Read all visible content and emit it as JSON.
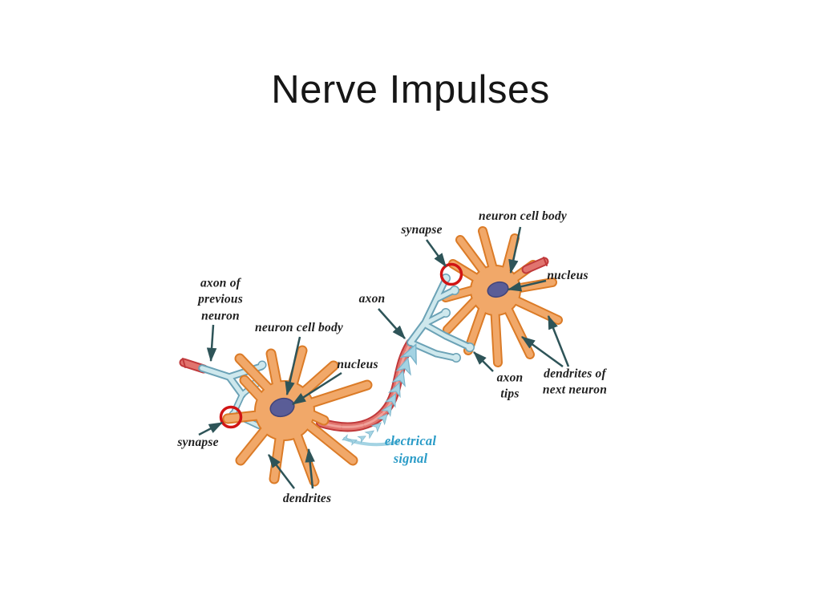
{
  "slide": {
    "title": "Nerve Impulses"
  },
  "diagram": {
    "labels": {
      "axon_previous": "axon of\nprevious\nneuron",
      "neuron_cell_body_left": "neuron cell body",
      "nucleus_left": "nucleus",
      "synapse_left": "synapse",
      "dendrites": "dendrites",
      "axon": "axon",
      "electrical_signal": "electrical\nsignal",
      "synapse_right": "synapse",
      "neuron_cell_body_right": "neuron cell body",
      "nucleus_right": "nucleus",
      "axon_tips": "axon\ntips",
      "dendrites_next": "dendrites of\nnext neuron"
    },
    "colors": {
      "cell_fill": "#F1A869",
      "cell_outline": "#DB7B27",
      "axon_fill": "#E1746E",
      "axon_outline": "#C0393B",
      "terminal_fill": "#CEE8ED",
      "terminal_outline": "#6BA2B6",
      "nucleus_fill": "#5A5D97",
      "signal_color": "#299BC7",
      "signal_arrow_fill": "#A3D3E3",
      "signal_arrow_stroke": "#7BB4CA",
      "arrow_color": "#2E5458",
      "synapse_ring": "#D11414"
    }
  }
}
